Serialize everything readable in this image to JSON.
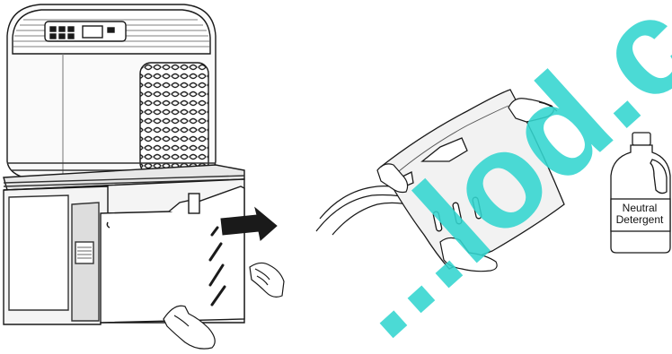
{
  "bottle": {
    "label_line1": "Neutral",
    "label_line2": "Detergent"
  },
  "watermark": {
    "text": "...lod.com.",
    "color": "#33d6d0"
  },
  "colors": {
    "line": "#1a1a1a",
    "grey": "#cfcfcf",
    "dark": "#2a2a2a"
  },
  "icons": [
    "dehumidifier-unit",
    "arrow-right-icon",
    "hand-icon",
    "filter-panel",
    "detergent-bottle-icon",
    "water-stream-icon"
  ]
}
